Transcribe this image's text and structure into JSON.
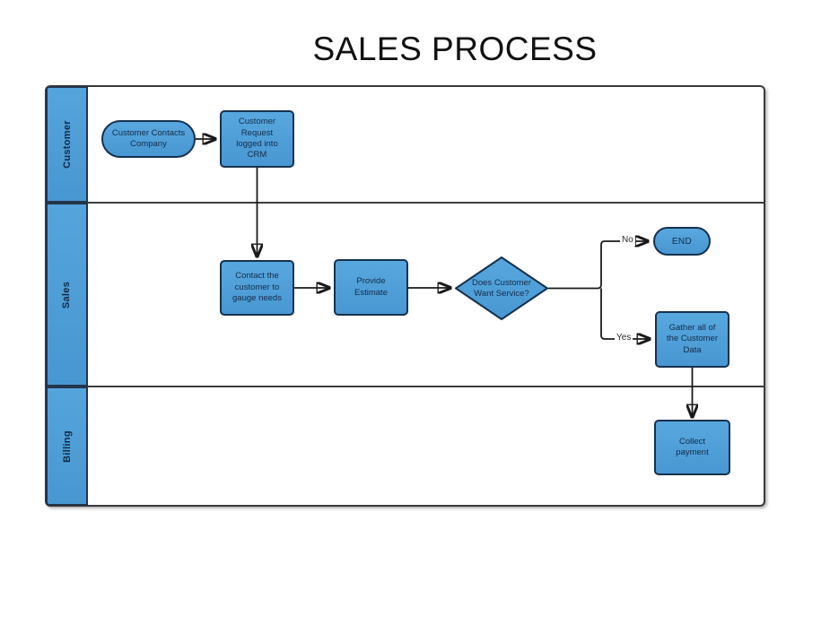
{
  "title": "SALES PROCESS",
  "colors": {
    "shape_fill_top": "#58A7DE",
    "shape_fill_bottom": "#4897D2",
    "shape_border": "#16324E",
    "shape_text": "#132C49",
    "lane_line": "#3D3D3D",
    "connector": "#1A1A1A",
    "background": "#FFFFFF"
  },
  "lanes": [
    {
      "label": "Customer"
    },
    {
      "label": "Sales"
    },
    {
      "label": "Billing"
    }
  ],
  "nodes": {
    "start": {
      "type": "terminator",
      "label": "Customer Contacts Company"
    },
    "crm": {
      "type": "process",
      "label": "Customer Request logged into CRM"
    },
    "contact": {
      "type": "process",
      "label": "Contact the customer to gauge needs"
    },
    "estimate": {
      "type": "process",
      "label": "Provide Estimate"
    },
    "decision": {
      "type": "decision",
      "label": "Does Customer Want Service?"
    },
    "end": {
      "type": "terminator",
      "label": "END"
    },
    "gather": {
      "type": "process",
      "label": "Gather all of the Customer Data"
    },
    "collect": {
      "type": "process",
      "label": "Collect payment"
    }
  },
  "edges": {
    "no_label": "No",
    "yes_label": "Yes"
  }
}
